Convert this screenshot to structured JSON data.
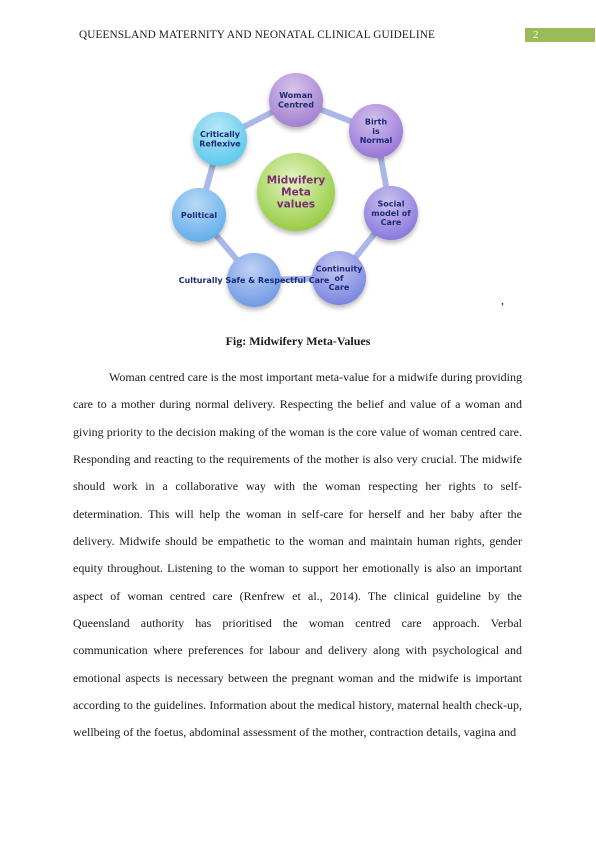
{
  "header": {
    "title": "QUEENSLAND MATERNITY AND NEONATAL CLINICAL GUIDELINE",
    "page_number": "2"
  },
  "diagram": {
    "center": "Midwifery Meta values",
    "nodes": [
      {
        "label": "Woman Centred",
        "color": "#a47fd0"
      },
      {
        "label": "Birth is Normal",
        "color": "#9a76d6"
      },
      {
        "label": "Social model of Care",
        "color": "#8a78dc"
      },
      {
        "label": "Continuity of Care",
        "color": "#7a86e0"
      },
      {
        "label": "Culturally Safe & Respectful Care",
        "color": "#6f9ae6"
      },
      {
        "label": "Political",
        "color": "#63aeeb"
      },
      {
        "label": "Critically Reflexive",
        "color": "#5cc9ec"
      }
    ],
    "center_color": "#a8d85a",
    "center_text_color": "#7b2d6e",
    "node_text_color": "#1c2a78"
  },
  "stray_mark": ",",
  "caption": "Fig: Midwifery Meta-Values",
  "body": "Woman centred care is the most important meta-value for a midwife during providing care to a mother during normal delivery. Respecting the belief and value of a woman and giving priority to the decision making of the woman is the core value of woman centred care. Responding and reacting to the requirements of the mother is also very crucial. The midwife should work in a collaborative way with the woman respecting her rights to self-determination. This will help the woman in self-care for herself and her baby after the delivery. Midwife should be empathetic to the woman and maintain human rights, gender equity throughout. Listening to the woman to support her emotionally is also an important aspect of woman centred care (Renfrew et al., 2014). The clinical guideline by the Queensland authority has prioritised the woman centred care approach. Verbal communication where preferences for labour and delivery along with psychological and emotional aspects is necessary between the pregnant woman and the midwife is important according to the guidelines. Information about the medical history, maternal health check-up, wellbeing of the foetus, abdominal assessment of the mother, contraction details, vagina and"
}
